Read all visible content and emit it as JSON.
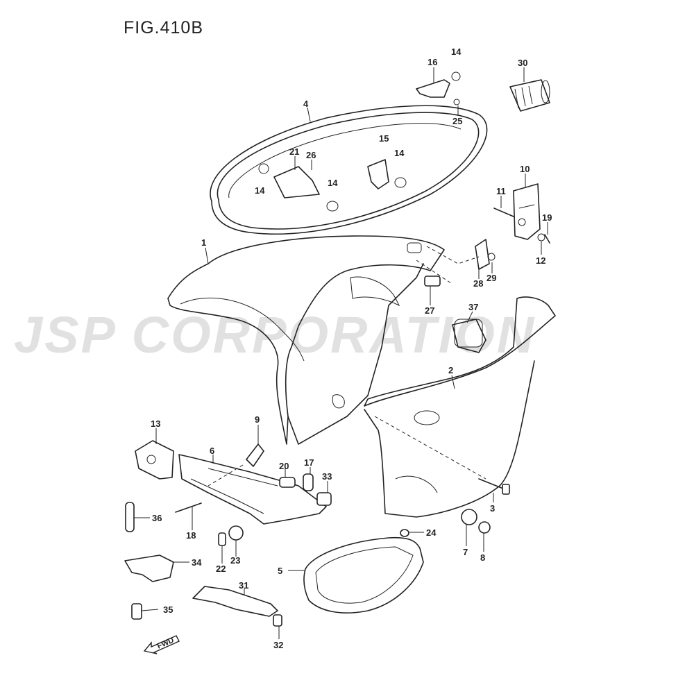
{
  "figure": {
    "title": "FIG.410B"
  },
  "watermark": {
    "text": "JSP CORPORATION"
  },
  "direction_badge": {
    "label": "FWD"
  },
  "callouts": [
    {
      "id": "c1",
      "label": "1"
    },
    {
      "id": "c2",
      "label": "2"
    },
    {
      "id": "c3",
      "label": "3"
    },
    {
      "id": "c4",
      "label": "4"
    },
    {
      "id": "c5",
      "label": "5"
    },
    {
      "id": "c6",
      "label": "6"
    },
    {
      "id": "c7",
      "label": "7"
    },
    {
      "id": "c8",
      "label": "8"
    },
    {
      "id": "c9",
      "label": "9"
    },
    {
      "id": "c10",
      "label": "10"
    },
    {
      "id": "c11",
      "label": "11"
    },
    {
      "id": "c12",
      "label": "12"
    },
    {
      "id": "c13",
      "label": "13"
    },
    {
      "id": "c14a",
      "label": "14"
    },
    {
      "id": "c14b",
      "label": "14"
    },
    {
      "id": "c14c",
      "label": "14"
    },
    {
      "id": "c14d",
      "label": "14"
    },
    {
      "id": "c15",
      "label": "15"
    },
    {
      "id": "c16",
      "label": "16"
    },
    {
      "id": "c17",
      "label": "17"
    },
    {
      "id": "c18",
      "label": "18"
    },
    {
      "id": "c19",
      "label": "19"
    },
    {
      "id": "c20",
      "label": "20"
    },
    {
      "id": "c21",
      "label": "21"
    },
    {
      "id": "c22",
      "label": "22"
    },
    {
      "id": "c23",
      "label": "23"
    },
    {
      "id": "c24",
      "label": "24"
    },
    {
      "id": "c25",
      "label": "25"
    },
    {
      "id": "c26",
      "label": "26"
    },
    {
      "id": "c27",
      "label": "27"
    },
    {
      "id": "c28",
      "label": "28"
    },
    {
      "id": "c29",
      "label": "29"
    },
    {
      "id": "c30",
      "label": "30"
    },
    {
      "id": "c31",
      "label": "31"
    },
    {
      "id": "c32",
      "label": "32"
    },
    {
      "id": "c33",
      "label": "33"
    },
    {
      "id": "c34",
      "label": "34"
    },
    {
      "id": "c35",
      "label": "35"
    },
    {
      "id": "c36",
      "label": "36"
    },
    {
      "id": "c37",
      "label": "37"
    }
  ]
}
